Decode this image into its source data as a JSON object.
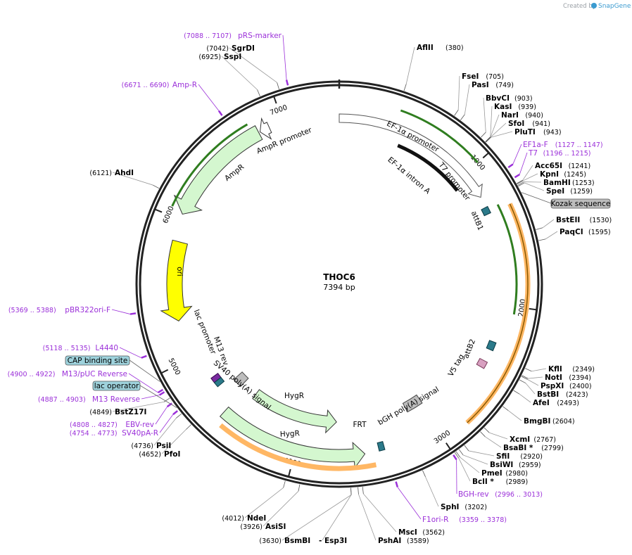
{
  "brand": {
    "created_by": "Created by",
    "name": "SnapGene"
  },
  "plasmid": {
    "name": "THOC6",
    "length_label": "7394 bp",
    "length_bp": 7394
  },
  "ticks": [
    "1000",
    "2000",
    "3000",
    "4000",
    "5000",
    "6000",
    "7000"
  ],
  "enzymes": [
    {
      "name": "AflII",
      "pos": "(380)",
      "side": "right"
    },
    {
      "name": "FseI",
      "pos": "(705)",
      "side": "right"
    },
    {
      "name": "PasI",
      "pos": "(749)",
      "side": "right"
    },
    {
      "name": "BbvCI",
      "pos": "(903)",
      "side": "right"
    },
    {
      "name": "KasI",
      "pos": "(939)",
      "side": "right"
    },
    {
      "name": "NarI",
      "pos": "(940)",
      "side": "right"
    },
    {
      "name": "SfoI",
      "pos": "(941)",
      "side": "right"
    },
    {
      "name": "PluTI",
      "pos": "(943)",
      "side": "right"
    },
    {
      "name": "Acc65I",
      "pos": "(1241)",
      "side": "right"
    },
    {
      "name": "KpnI",
      "pos": "(1245)",
      "side": "right"
    },
    {
      "name": "BamHI",
      "pos": "(1253)",
      "side": "right"
    },
    {
      "name": "SpeI",
      "pos": "(1259)",
      "side": "right"
    },
    {
      "name": "BstEII",
      "pos": "(1530)",
      "side": "right"
    },
    {
      "name": "PaqCI",
      "pos": "(1595)",
      "side": "right"
    },
    {
      "name": "KflI",
      "pos": "(2349)",
      "side": "right"
    },
    {
      "name": "NotI",
      "pos": "(2394)",
      "side": "right"
    },
    {
      "name": "PspXI",
      "pos": "(2400)",
      "side": "right"
    },
    {
      "name": "BstBI",
      "pos": "(2423)",
      "side": "right"
    },
    {
      "name": "AfeI",
      "pos": "(2493)",
      "side": "right"
    },
    {
      "name": "BmgBI",
      "pos": "(2604)",
      "side": "right"
    },
    {
      "name": "XcmI",
      "pos": "(2767)",
      "side": "right"
    },
    {
      "name": "BsaBI *",
      "pos": "(2799)",
      "side": "right"
    },
    {
      "name": "SfiI",
      "pos": "(2920)",
      "side": "right"
    },
    {
      "name": "BsiWI",
      "pos": "(2959)",
      "side": "right"
    },
    {
      "name": "PmeI",
      "pos": "(2980)",
      "side": "right"
    },
    {
      "name": "BclI *",
      "pos": "(2989)",
      "side": "right"
    },
    {
      "name": "SphI",
      "pos": "(3202)",
      "side": "right"
    },
    {
      "name": "MscI",
      "pos": "(3562)",
      "side": "right"
    },
    {
      "name": "PshAI",
      "pos": "(3589)",
      "side": "right"
    },
    {
      "name": "BsmBI",
      "pos": "(3630)",
      "side": "left"
    },
    {
      "name": "Esp3I",
      "pos": "",
      "side": "right",
      "prefix": "-"
    },
    {
      "name": "AsiSI",
      "pos": "(3926)",
      "side": "left"
    },
    {
      "name": "NdeI",
      "pos": "(4012)",
      "side": "left"
    },
    {
      "name": "PfoI",
      "pos": "(4652)",
      "side": "left"
    },
    {
      "name": "PsiI",
      "pos": "(4736)",
      "side": "left"
    },
    {
      "name": "BstZ17I",
      "pos": "(4849)",
      "side": "left"
    },
    {
      "name": "AhdI",
      "pos": "(6121)",
      "side": "left"
    },
    {
      "name": "SspI",
      "pos": "(6925)",
      "side": "left"
    },
    {
      "name": "SgrDI",
      "pos": "(7042)",
      "side": "left"
    }
  ],
  "primers": [
    {
      "range": "(7088 .. 7107)",
      "name": "pRS-marker"
    },
    {
      "range": "(6671 .. 6690)",
      "name": "Amp-R"
    },
    {
      "range": "(1127 .. 1147)",
      "name": "EF1a-F"
    },
    {
      "range": "(1196 .. 1215)",
      "name": "T7"
    },
    {
      "range": "(2996 .. 3013)",
      "name": "BGH-rev"
    },
    {
      "range": "(3359 .. 3378)",
      "name": "F1ori-R"
    },
    {
      "range": "(5369 .. 5388)",
      "name": "pBR322ori-F"
    },
    {
      "range": "(5118 .. 5135)",
      "name": "L4440"
    },
    {
      "range": "(4900 .. 4922)",
      "name": "M13/pUC Reverse"
    },
    {
      "range": "(4887 .. 4903)",
      "name": "M13 Reverse"
    },
    {
      "range": "(4808 .. 4827)",
      "name": "EBV-rev"
    },
    {
      "range": "(4754 .. 4773)",
      "name": "SV40pA-R"
    }
  ],
  "boxed_features": [
    {
      "name": "Kozak sequence"
    },
    {
      "name": "CAP binding site"
    },
    {
      "name": "lac operator"
    }
  ],
  "features": [
    {
      "name": "EF-1α promoter"
    },
    {
      "name": "EF-1α intron A"
    },
    {
      "name": "T7 promoter"
    },
    {
      "name": "attB1"
    },
    {
      "name": "attB2"
    },
    {
      "name": "V5 tag"
    },
    {
      "name": "bGH poly(A) signal"
    },
    {
      "name": "FRT"
    },
    {
      "name": "HygR"
    },
    {
      "name": "HygR"
    },
    {
      "name": "SV40 poly(A) signal"
    },
    {
      "name": "M13 rev"
    },
    {
      "name": "lac promoter"
    },
    {
      "name": "ori"
    },
    {
      "name": "AmpR"
    },
    {
      "name": "AmpR promoter"
    }
  ],
  "colors": {
    "backbone": "#222222",
    "primer": "#9b30d9",
    "amp_fill": "#d4f7cf",
    "ori_fill": "#ffff00",
    "orf_line": "#2f7d1f",
    "orf_outline": "#ffb764",
    "box_fill": "#bdbdbd",
    "cyan_box": "#9ed2dc"
  }
}
